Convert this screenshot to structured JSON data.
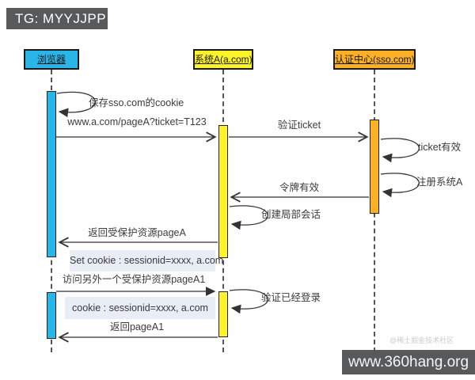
{
  "overlay": {
    "tag": "TG: MYYJJPP",
    "site": "www.360hang.org",
    "watermark": "@稀土掘金技术社区"
  },
  "colors": {
    "browser_fill": "#29b5e8",
    "system_a_fill": "#fcf32b",
    "sso_fill": "#fcb026",
    "line": "#333333",
    "note_bg": "#e9edf6",
    "overlay_bg": "#58595b"
  },
  "participants": [
    {
      "id": "browser",
      "label": "浏览器"
    },
    {
      "id": "system-a",
      "label": "系统A(a.com)"
    },
    {
      "id": "sso",
      "label": "认证中心(sso.com)"
    }
  ],
  "messages": {
    "save_cookie": "保存sso.com的cookie",
    "visit_page_a": "www.a.com/pageA?ticket=T123",
    "verify_ticket": "验证ticket",
    "ticket_valid": "ticket有效",
    "register_system_a": "注册系统A",
    "token_valid": "令牌有效",
    "create_local_session": "创建局部会话",
    "return_page_a": "返回受保护资源pageA",
    "note_set_cookie": "Set cookie : sessionid=xxxx, a.com",
    "visit_page_a1": "访问另外一个受保护资源pageA1",
    "verify_logged_in": "验证已经登录",
    "note_cookie": "cookie : sessionid=xxxx, a.com",
    "return_page_a1": "返回pageA1"
  }
}
